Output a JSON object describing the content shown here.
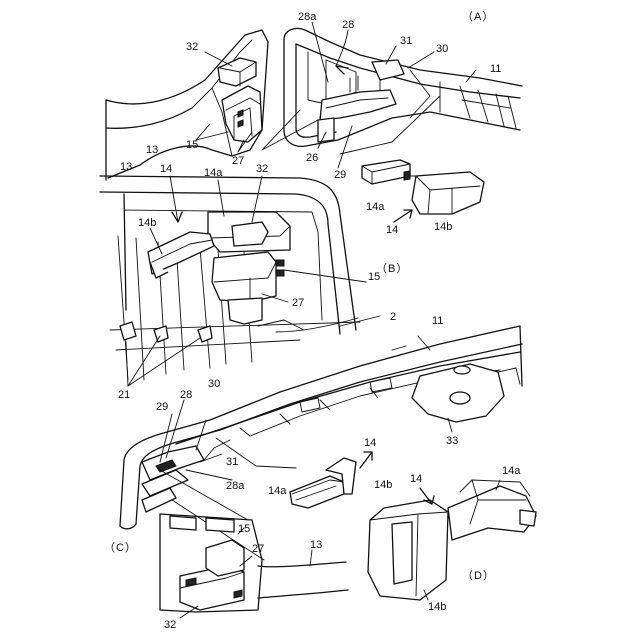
{
  "figure": {
    "panels": {
      "A": "（A）",
      "B": "（B）",
      "C": "（C）",
      "D": "（D）"
    },
    "labels": {
      "a_32": "32",
      "a_28a": "28a",
      "a_28": "28",
      "a_31": "31",
      "a_30": "30",
      "a_11": "11",
      "a_13": "13",
      "a_15": "15",
      "a_27": "27",
      "a_26": "26",
      "a_29": "29",
      "a_14a": "14a",
      "a_14": "14",
      "a_14b": "14b",
      "b_13": "13",
      "b_14": "14",
      "b_14a": "14a",
      "b_32": "32",
      "b_14b": "14b",
      "b_15": "15",
      "b_27": "27",
      "b_2": "2",
      "b_11": "11",
      "b_21": "21",
      "c_30": "30",
      "c_29": "29",
      "c_28": "28",
      "c_31": "31",
      "c_28a": "28a",
      "c_14": "14",
      "c_14a": "14a",
      "c_14b": "14b",
      "c_33": "33",
      "c_15": "15",
      "c_27": "27",
      "c_13": "13",
      "c_32": "32",
      "d_14": "14",
      "d_14a": "14a",
      "d_14b": "14b"
    }
  }
}
